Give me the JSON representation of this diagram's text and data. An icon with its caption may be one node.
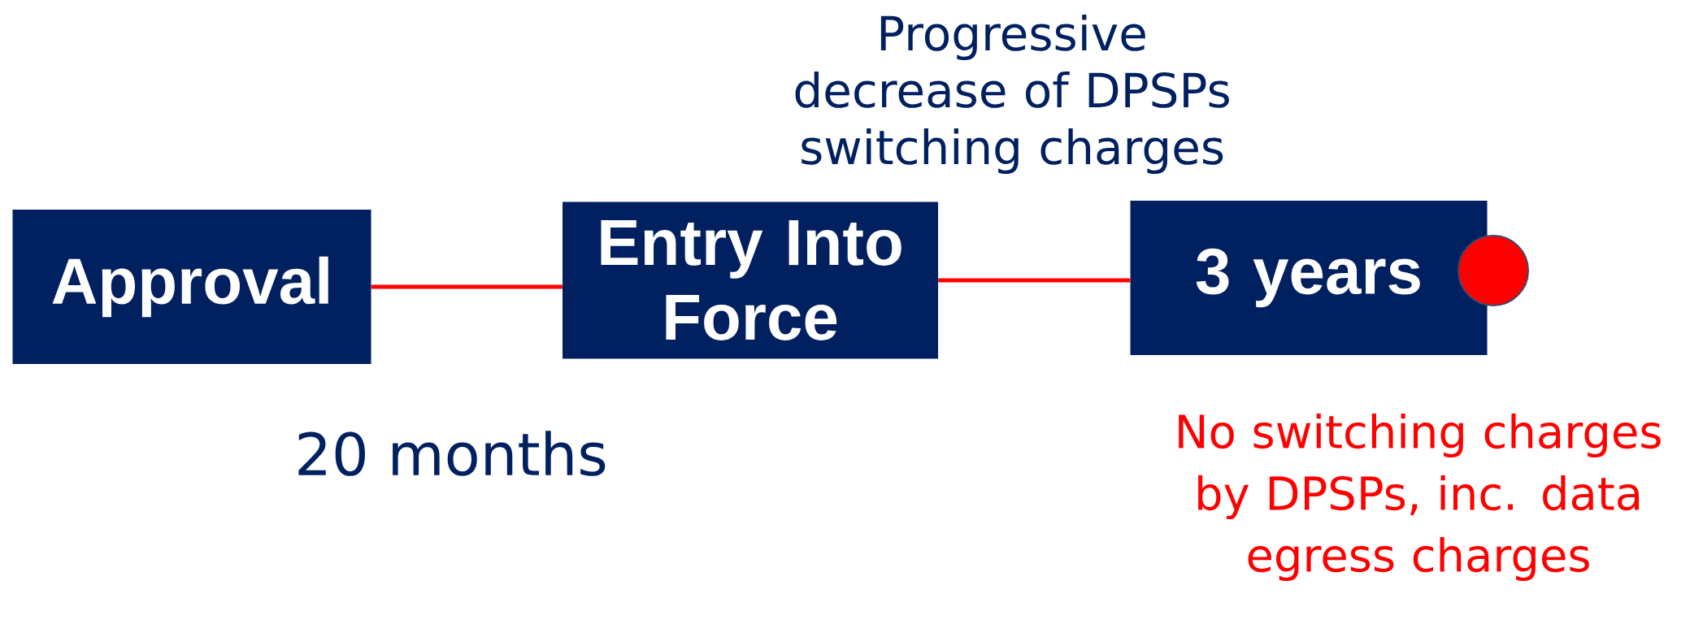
{
  "diagram": {
    "nodes": [
      {
        "text": [
          "Approval"
        ]
      },
      {
        "text": [
          "Entry Into Force"
        ]
      },
      {
        "text": [
          "3 years"
        ],
        "beside": [
          "No switching charges by DPSPs, inc. data egress charges"
        ]
      },
      {
        "text": [],
        "shape": "circle"
      }
    ],
    "edges": [
      {
        "from": 0,
        "to": 1,
        "arrow": "none",
        "label": "20 months"
      },
      {
        "from": 1,
        "to": 2,
        "arrow": "none",
        "label": "Progressive decrease of DPSPs switching charges"
      }
    ]
  }
}
